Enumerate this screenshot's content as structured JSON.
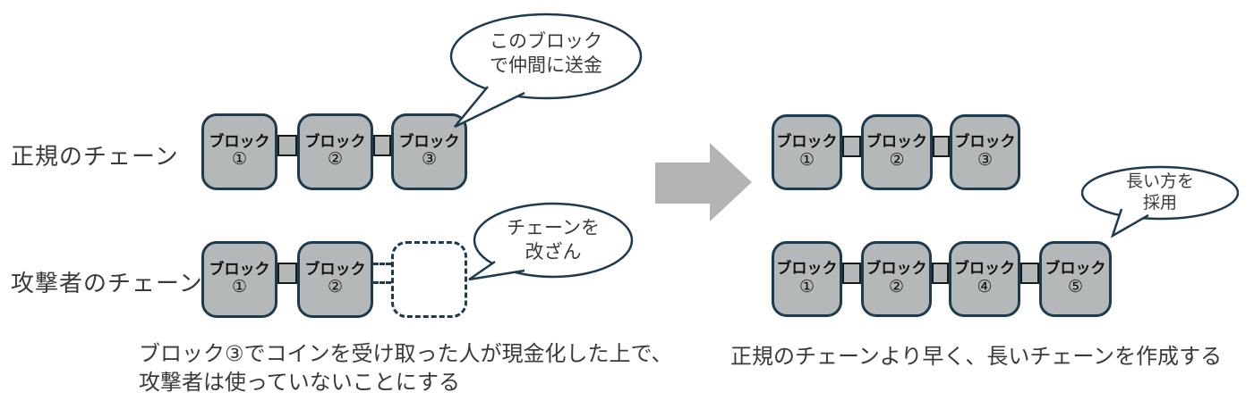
{
  "chains": {
    "legit": {
      "label": "正規のチェーン",
      "blocks": [
        {
          "name": "ブロック",
          "number": "①"
        },
        {
          "name": "ブロック",
          "number": "②"
        },
        {
          "name": "ブロック",
          "number": "③"
        }
      ]
    },
    "attacker": {
      "label": "攻撃者のチェーン",
      "blocks": [
        {
          "name": "ブロック",
          "number": "①"
        },
        {
          "name": "ブロック",
          "number": "②"
        }
      ]
    },
    "result_top": {
      "blocks": [
        {
          "name": "ブロック",
          "number": "①"
        },
        {
          "name": "ブロック",
          "number": "②"
        },
        {
          "name": "ブロック",
          "number": "③"
        }
      ]
    },
    "result_bottom": {
      "blocks": [
        {
          "name": "ブロック",
          "number": "①"
        },
        {
          "name": "ブロック",
          "number": "②"
        },
        {
          "name": "ブロック",
          "number": "④"
        },
        {
          "name": "ブロック",
          "number": "⑤"
        }
      ]
    }
  },
  "bubbles": {
    "send_money": {
      "line1": "このブロック",
      "line2": "で仲間に送金"
    },
    "tamper": {
      "line1": "チェーンを",
      "line2": "改ざん"
    },
    "adopt_longer": {
      "line1": "長い方を",
      "line2": "採用"
    }
  },
  "captions": {
    "left_line1": "ブロック③でコインを受け取った人が現金化した上で、",
    "left_line2": "攻撃者は使っていないことにする",
    "right": "正規のチェーンより早く、長いチェーンを作成する"
  },
  "colors": {
    "block_fill": "#b5b8b8",
    "block_border": "#1e3a4e",
    "connector_border": "#1a1a1a",
    "arrow_fill": "#b3b3b3",
    "bubble_border": "#1e3a4e",
    "text": "#3a3a3a"
  }
}
